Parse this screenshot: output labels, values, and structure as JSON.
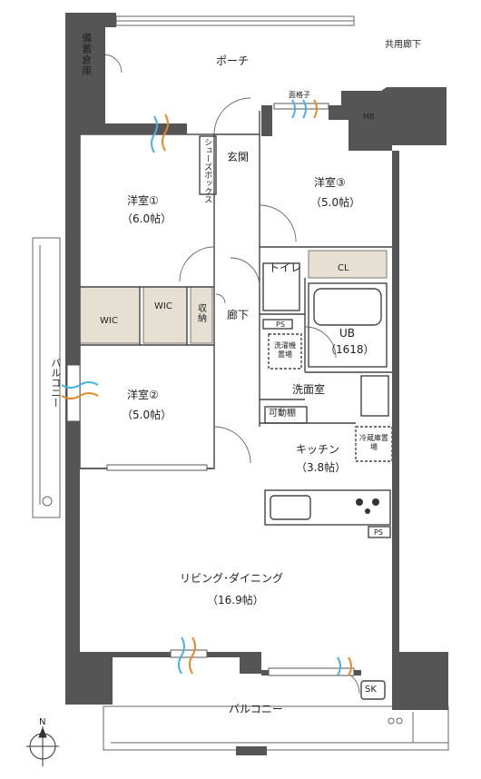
{
  "rooms": {
    "storage": "備蓄倉庫",
    "porch": "ポーチ",
    "common_corridor": "共用廊下",
    "lattice": "面格子",
    "mb": "MB",
    "entrance": "玄関",
    "shoe_box": "シューズボックス",
    "room1": "洋室①",
    "room1_size": "（6.0帖）",
    "room3": "洋室③",
    "room3_size": "（5.0帖）",
    "toilet": "トイレ",
    "closet": "CL",
    "wic_left": "WIC",
    "wic_right": "WIC",
    "storage_small": "収納",
    "hallway": "廊下",
    "ps_upper": "PS",
    "ub": "UB",
    "ub_size": "（1618）",
    "washer": "洗濯機置場",
    "balcony_side": "バルコニー",
    "room2": "洋室②",
    "room2_size": "（5.0帖）",
    "washroom": "洗面室",
    "shelf": "可動棚",
    "fridge": "冷蔵庫置場",
    "kitchen": "キッチン",
    "kitchen_size": "（3.8帖）",
    "ps_lower": "PS",
    "ldk": "リビング･ダイニング",
    "ldk_size": "（16.9帖）",
    "sk": "SK",
    "balcony_bottom": "バルコニー",
    "north": "N"
  },
  "colors": {
    "wall": "#555555",
    "storage_fill": "#f5dcb8",
    "wic_fill": "#e6e0d3",
    "air_blue": "#4ab0e0",
    "air_orange": "#e08a2a"
  }
}
